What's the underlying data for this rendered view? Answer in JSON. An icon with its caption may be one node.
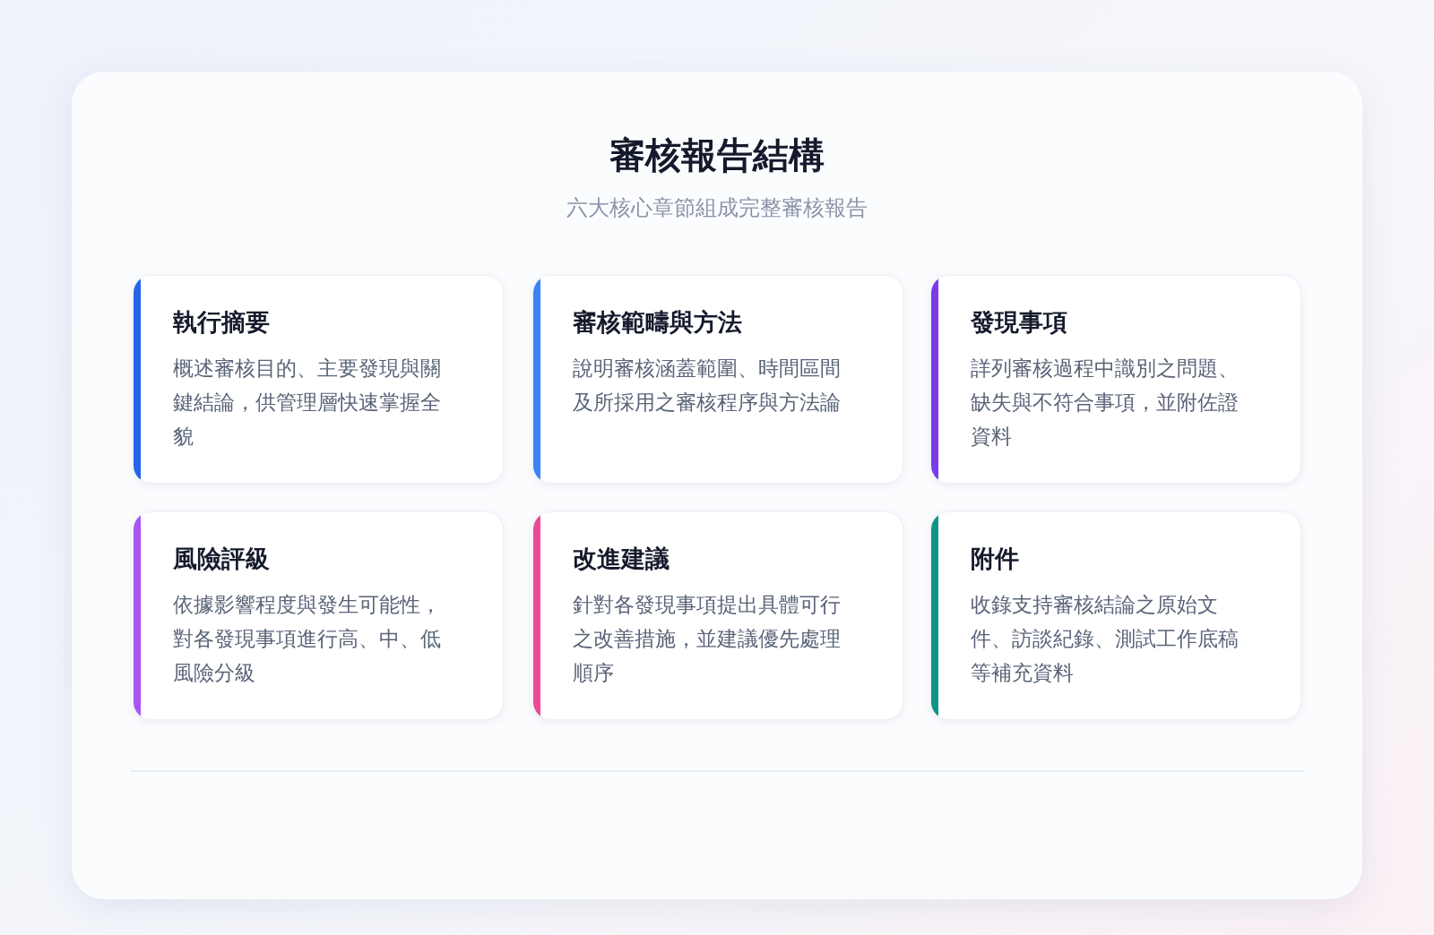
{
  "diagram": {
    "title": "審核報告結構",
    "nodes": [
      {
        "text": [
          "執行摘要",
          "概述審核目的、主要發現與關鍵結論，供管理層快速掌握全貌"
        ]
      },
      {
        "text": [
          "審核範疇與方法",
          "說明審核涵蓋範圍、時間區間及所採用之審核程序與方法論"
        ]
      },
      {
        "text": [
          "發現事項",
          "詳列審核過程中識別之問題、缺失與不符合事項，並附佐證資料"
        ]
      },
      {
        "text": [
          "風險評級",
          "依據影響程度與發生可能性，對各發現事項進行高、中、低風險分級"
        ]
      },
      {
        "text": [
          "改進建議",
          "針對各發現事項提出具體可行之改善措施，並建議優先處理順序"
        ]
      },
      {
        "text": [
          "附件",
          "收錄支持審核結論之原始文件、訪談紀錄、測試工作底稿等補充資料"
        ]
      }
    ],
    "edges": [],
    "labels": [
      "六大核心章節組成完整審核報告"
    ]
  }
}
